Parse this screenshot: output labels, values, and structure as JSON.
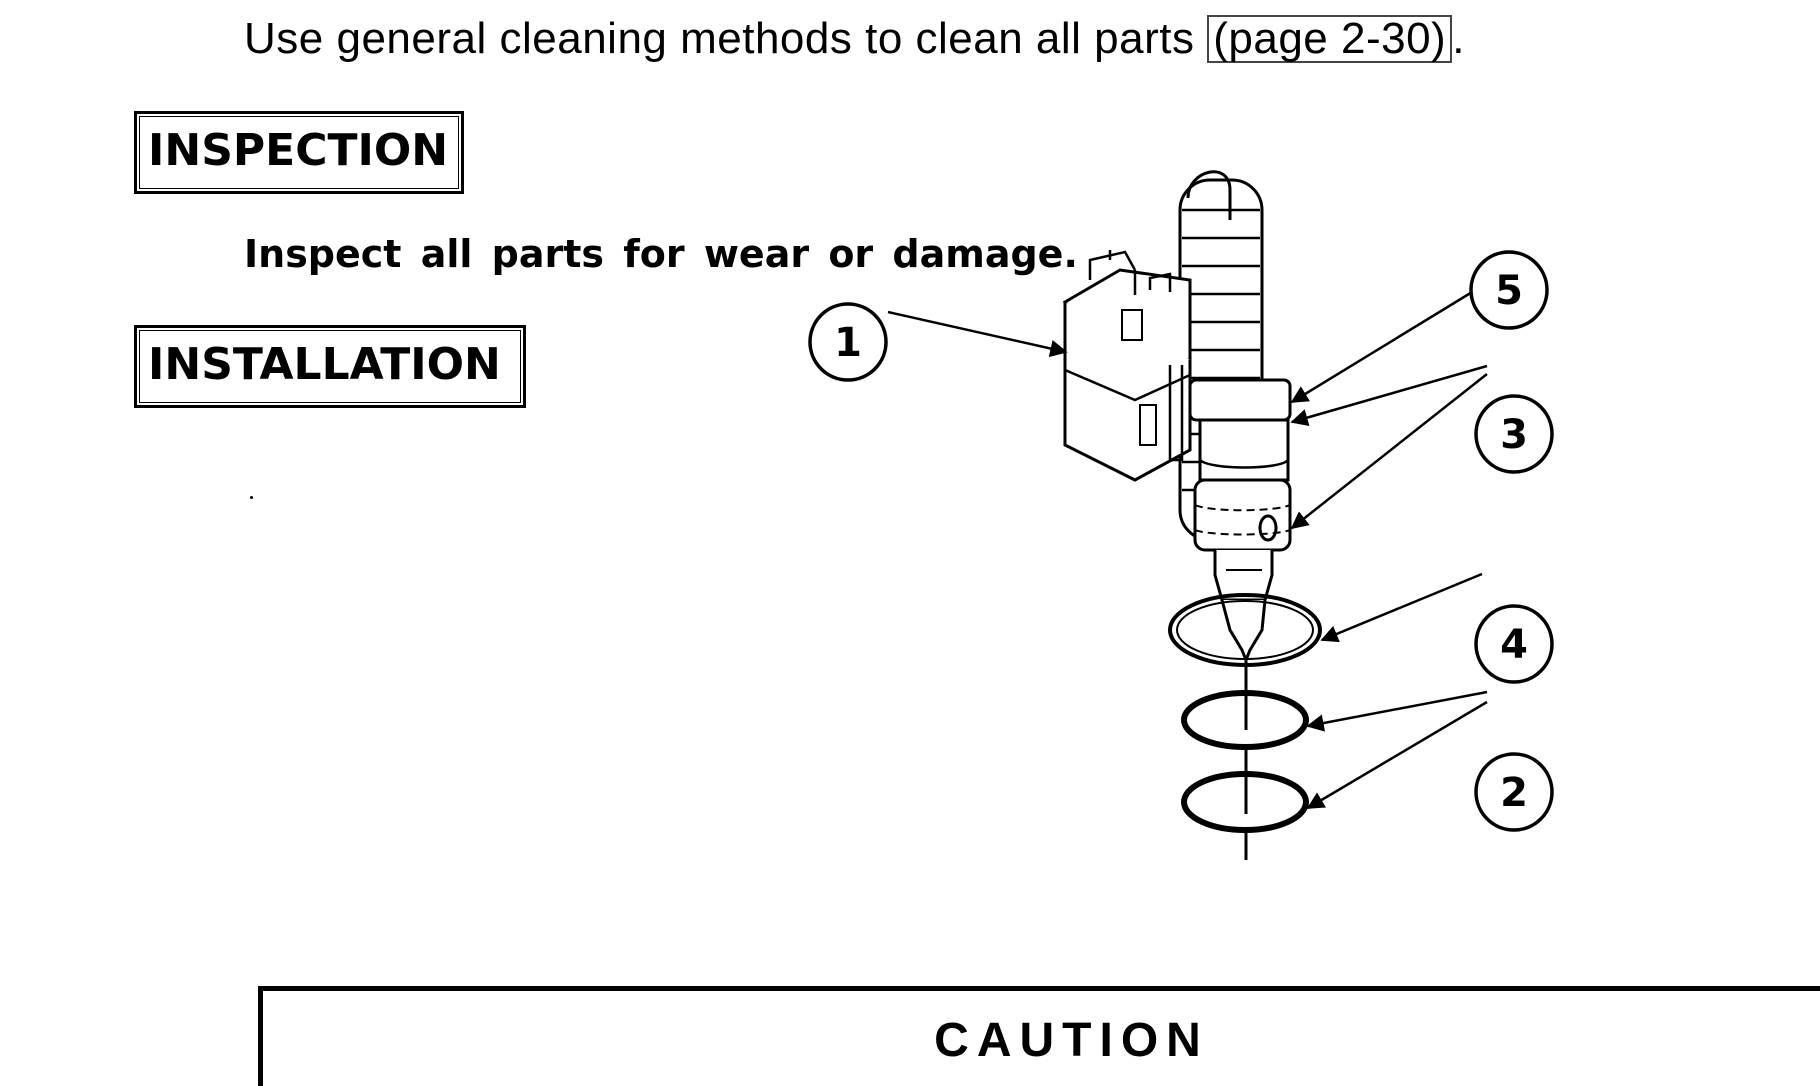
{
  "cleaning": {
    "text": "Use general cleaning methods to clean all parts ",
    "link": "(page 2-30)",
    "end": "."
  },
  "inspection": {
    "heading": "INSPECTION",
    "text": "Inspect all parts for wear or damage."
  },
  "installation": {
    "heading": "INSTALLATION"
  },
  "callouts": [
    "1",
    "5",
    "3",
    "4",
    "2"
  ],
  "caution": {
    "title": "CAUTION"
  }
}
